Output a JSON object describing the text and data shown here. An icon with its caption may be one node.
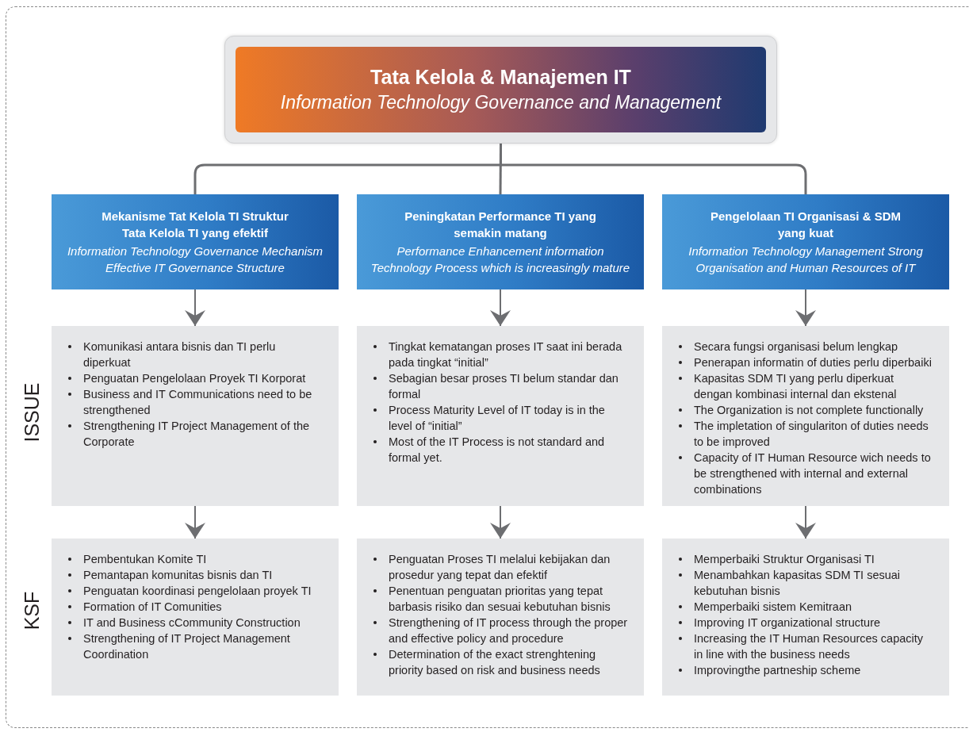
{
  "diagram": {
    "nodes": [
      {
        "text": [
          "Tata Kelola & Manajemen IT",
          "Information Technology Governance and Management"
        ]
      },
      {
        "text": [
          "Mekanisme Tat Kelola TI Struktur Tata Kelola TI yang efektif",
          "Information Technology Governance Mechanism Effective IT Governance Structure"
        ]
      },
      {
        "text": [
          "Peningkatan Performance TI yang semakin matang",
          "Performance Enhancement information Technology Process which is increasingly mature"
        ]
      },
      {
        "text": [
          "Pengelolaan TI Organisasi & SDM yang kuat",
          "Information Technology Management Strong Organisation and Human Resources of IT"
        ]
      },
      {
        "text": [
          "Komunikasi antara bisnis dan TI perlu diperkuat",
          "Penguatan Pengelolaan Proyek TI Korporat",
          "Business and IT Communications need to be strengthened",
          "Strengthening IT Project Management of the Corporate"
        ]
      },
      {
        "text": [
          "Tingkat kematangan proses IT saat ini berada pada tingkat “initial”",
          "Sebagian besar proses TI belum standar dan formal",
          "Process Maturity Level of IT today is in the level of “initial”",
          "Most of the IT Process is not standard and formal yet."
        ]
      },
      {
        "text": [
          "Secara fungsi organisasi belum lengkap",
          "Penerapan informatin of duties perlu diperbaiki",
          "Kapasitas SDM TI yang perlu diperkuat dengan kombinasi internal dan ekstenal",
          "The Organization is not complete functionally",
          "The impletation of singulariton of duties needs to be improved",
          "Capacity of IT Human Resource wich needs to be strengthened with internal and external combinations"
        ]
      },
      {
        "text": [
          "Pembentukan Komite TI",
          "Pemantapan komunitas bisnis dan TI",
          "Penguatan koordinasi pengelolaan proyek TI",
          "Formation of IT Comunities",
          "IT and Business cCommunity Construction",
          "Strengthening of IT Project Management Coordination"
        ]
      },
      {
        "text": [
          "Penguatan Proses TI melalui kebijakan dan prosedur yang tepat dan efektif",
          "Penentuan penguatan prioritas yang tepat barbasis risiko dan sesuai kebutuhan bisnis",
          "Strengthening of IT process through the proper and effective policy and procedure",
          "Determination of the exact strenghtening priority based on risk and business needs"
        ]
      },
      {
        "text": [
          "Memperbaiki Struktur Organisasi TI",
          "Menambahkan kapasitas SDM TI sesuai kebutuhan bisnis",
          "Memperbaiki sistem Kemitraan",
          "Improving IT organizational structure",
          "Increasing the IT Human Resources capacity in line with the business needs",
          "Improvingthe partneship scheme"
        ]
      }
    ],
    "edges": [
      {
        "from": 0,
        "to": 1,
        "arrow": "none"
      },
      {
        "from": 0,
        "to": 2,
        "arrow": "none"
      },
      {
        "from": 0,
        "to": 3,
        "arrow": "none"
      },
      {
        "from": 1,
        "to": 4,
        "arrow": "to"
      },
      {
        "from": 2,
        "to": 5,
        "arrow": "to"
      },
      {
        "from": 3,
        "to": 6,
        "arrow": "to"
      },
      {
        "from": 4,
        "to": 7,
        "arrow": "to"
      },
      {
        "from": 5,
        "to": 8,
        "arrow": "to"
      },
      {
        "from": 6,
        "to": 9,
        "arrow": "to"
      }
    ],
    "labels": [
      "ISSUE",
      "KSF"
    ]
  }
}
